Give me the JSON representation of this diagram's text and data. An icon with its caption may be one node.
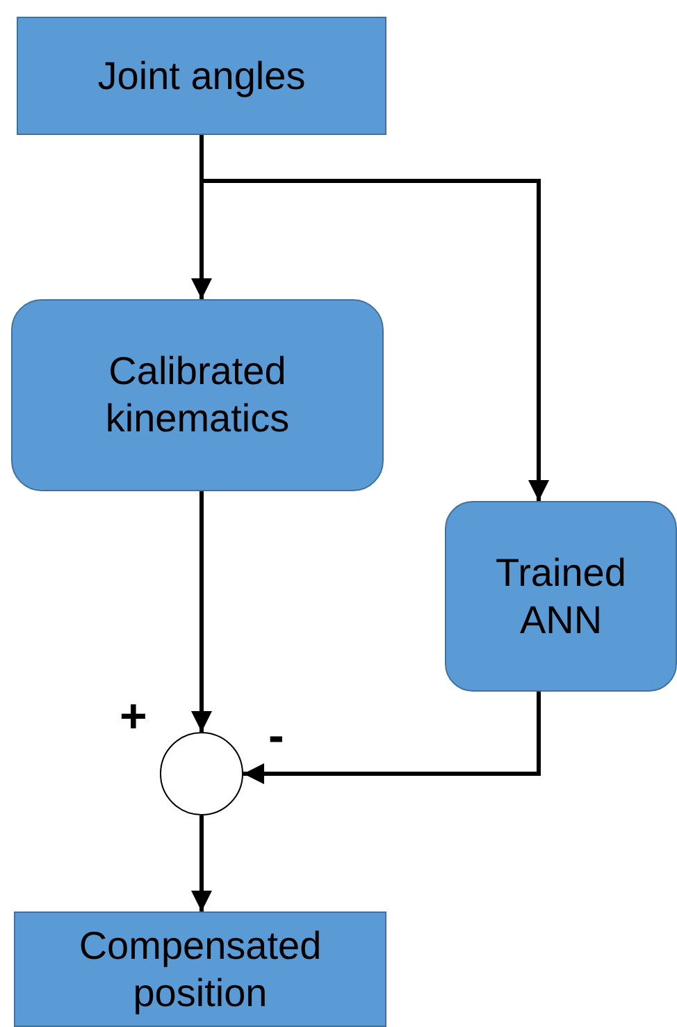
{
  "diagram": {
    "nodes": [
      {
        "text": [
          "Joint angles"
        ]
      },
      {
        "text": [
          "Calibrated kinematics"
        ]
      },
      {
        "text": [
          "Trained ANN"
        ]
      },
      {
        "text": [],
        "shape": "circle"
      },
      {
        "text": [
          "Compensated position"
        ]
      }
    ],
    "edges": [
      {
        "from": 0,
        "to": 1,
        "arrow": "to"
      },
      {
        "from": 0,
        "to": 2,
        "arrow": "to"
      },
      {
        "from": 1,
        "to": 3,
        "arrow": "to"
      },
      {
        "from": 2,
        "to": 3,
        "arrow": "to"
      },
      {
        "from": 3,
        "to": 4,
        "arrow": "to"
      }
    ],
    "labels": [
      "+",
      "-"
    ]
  }
}
